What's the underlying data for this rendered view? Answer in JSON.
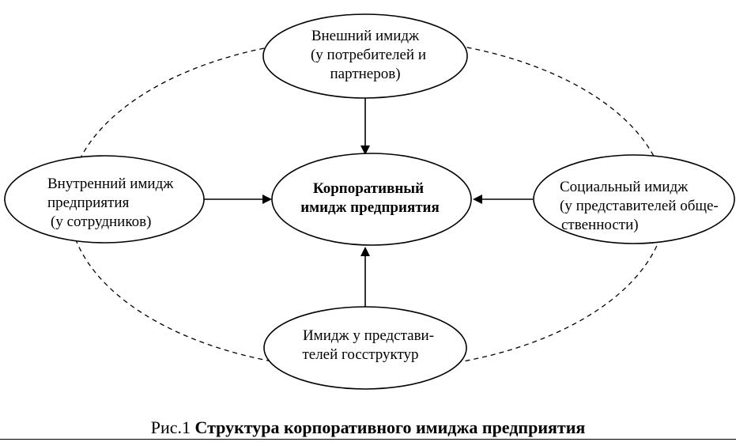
{
  "nodes": {
    "external": {
      "lines": [
        "Внешний имидж",
        "(у потребителей и",
        "партнеров)"
      ]
    },
    "internal": {
      "lines": [
        "Внутренний имидж",
        "предприятия",
        "(у сотрудников)"
      ]
    },
    "center": {
      "lines": [
        "Корпоративный",
        "имидж предприятия"
      ]
    },
    "social": {
      "lines": [
        "Социальный имидж",
        "(у представителей обще-",
        "ственности)"
      ]
    },
    "government": {
      "lines": [
        "Имидж у представи-",
        "телей госструктур"
      ]
    }
  },
  "caption": {
    "prefix": "Рис.1",
    "title": "Структура корпоративного имиджа предприятия"
  }
}
